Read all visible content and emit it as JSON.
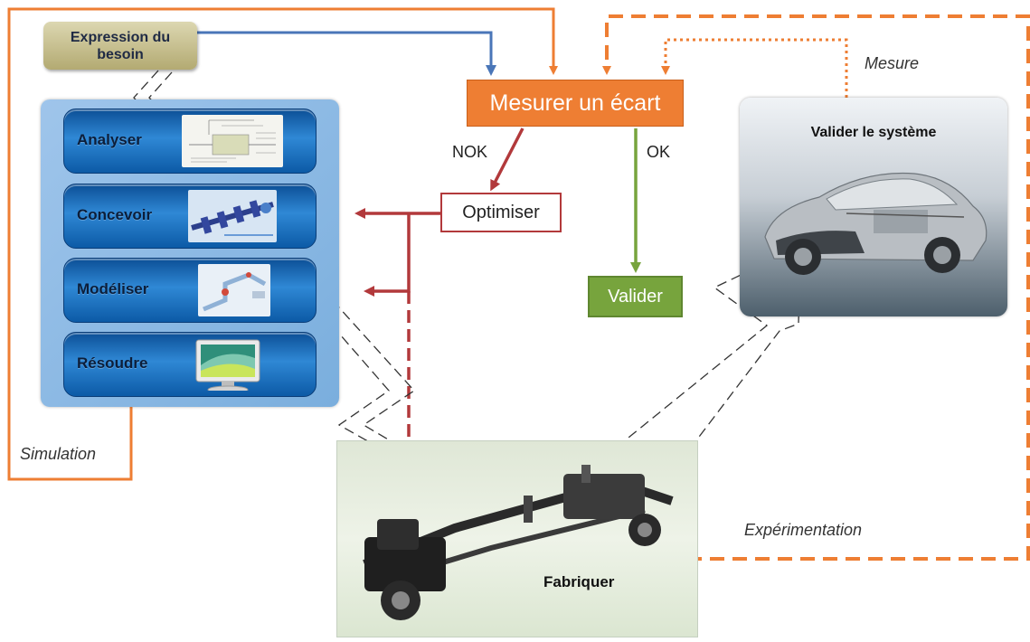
{
  "need": {
    "label": "Expression du besoin"
  },
  "measure": {
    "label": "Mesurer un écart"
  },
  "nok_label": "NOK",
  "ok_label": "OK",
  "optimize": {
    "label": "Optimiser"
  },
  "validate": {
    "label": "Valider"
  },
  "simulation": {
    "caption": "Simulation",
    "steps": [
      {
        "label": "Analyser",
        "icon": "flowchart-diagram-image"
      },
      {
        "label": "Concevoir",
        "icon": "crankshaft-cad-image"
      },
      {
        "label": "Modéliser",
        "icon": "pipe-model-image"
      },
      {
        "label": "Résoudre",
        "icon": "computer-monitor-image"
      }
    ]
  },
  "system": {
    "title": "Valider le système",
    "image": "car-cutaway-image"
  },
  "fabricate": {
    "title": "Fabriquer",
    "image": "car-chassis-image"
  },
  "caption_measure": "Mesure",
  "caption_experiment": "Expérimentation",
  "colors": {
    "orange": "#ee7e33",
    "blue": "#4a76b8",
    "red": "#b2393b",
    "green": "#77a43d",
    "dashed_orange": "#ee7e33"
  }
}
